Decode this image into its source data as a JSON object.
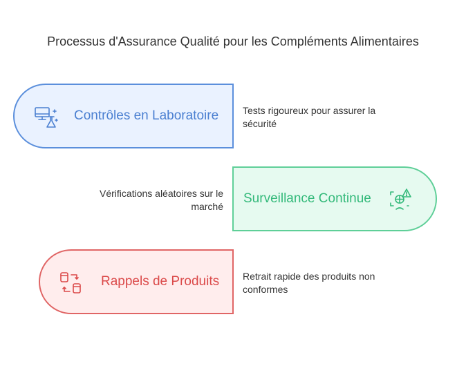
{
  "title": "Processus d'Assurance Qualité pour les Compléments Alimentaires",
  "steps": [
    {
      "label": "Contrôles en Laboratoire",
      "description": "Tests rigoureux pour assurer la sécurité",
      "icon": "lab-computer-icon",
      "color": "#4a7fd1",
      "fill": "#eaf2ff"
    },
    {
      "label": "Surveillance Continue",
      "description": "Vérifications aléatoires sur le marché",
      "icon": "monitoring-warning-icon",
      "color": "#33b97a",
      "fill": "#e6faf0"
    },
    {
      "label": "Rappels de Produits",
      "description": "Retrait rapide des produits non conformes",
      "icon": "product-recall-icon",
      "color": "#db4a4a",
      "fill": "#ffeded"
    }
  ]
}
